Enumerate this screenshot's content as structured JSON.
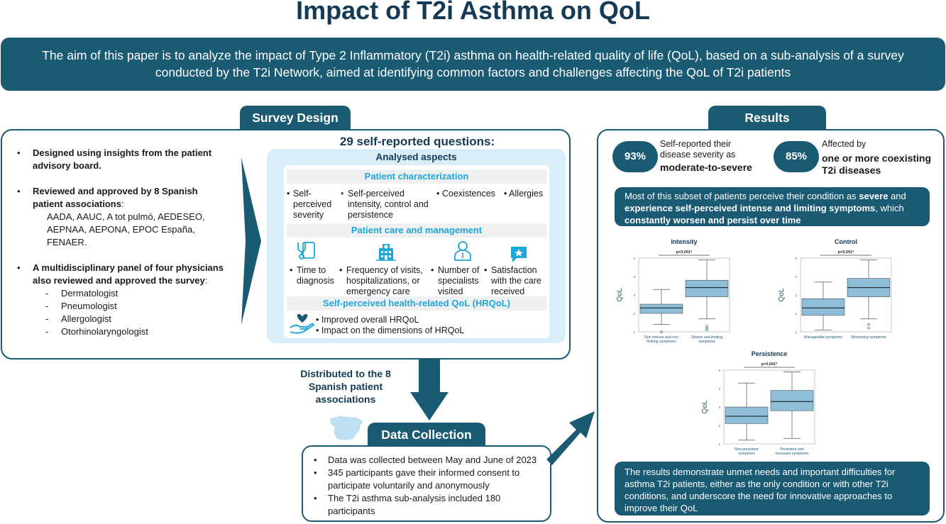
{
  "title": "Impact of T2i Asthma on QoL",
  "aim": "The aim of this paper is to analyze the impact of Type 2 Inflammatory (T2i) asthma on health-related quality of life (QoL), based on a sub-analysis of a survey conducted by the T2i Network, aimed at identifying common factors and challenges affecting the QoL of T2i patients",
  "survey_design": {
    "tab": "Survey Design",
    "bullet1": "Designed using insights from the patient advisory board.",
    "bullet2_bold": "Reviewed and approved by 8 Spanish patient associations",
    "bullet2_tail": ":",
    "associations": "AADA,  AAUC, A tot pulmó,  AEDESEO, AEPNAA, AEPONA,  EPOC España, FENAER.",
    "bullet3_bold": "A multidisciplinary panel of four physicians also reviewed and approved the survey",
    "bullet3_tail": ":",
    "physicians": [
      "Dermatologist",
      "Pneumologist",
      "Allergologist",
      "Otorhinolaryngologist"
    ],
    "questions_title": "29 self-reported questions:",
    "analysed_title": "Analysed aspects",
    "patient_char": {
      "title": "Patient characterization",
      "items": [
        "Self-perceived severity",
        "Self-perceived intensity, control and persistence",
        "Coexistences",
        "Allergies"
      ]
    },
    "patient_care": {
      "title": "Patient care and management",
      "items": [
        "Time to diagnosis",
        "Frequency of visits, hospitalizations, or emergency care",
        "Number of specialists visited",
        "Satisfaction with the care received"
      ]
    },
    "hrqol": {
      "title": "Self-perceived health-related QoL (HRQoL)",
      "items": [
        "Improved overall HRQoL",
        "Impact on the dimensions of HRQoL"
      ]
    }
  },
  "distributed": "Distributed to the 8 Spanish patient associations",
  "data_collection": {
    "tab": "Data Collection",
    "items": [
      "Data was collected between May and June of 2023",
      "345 participants gave their informed consent to participate voluntarily and anonymously",
      "The T2i asthma sub-analysis included 180 participants"
    ]
  },
  "results": {
    "tab": "Results",
    "stat1": {
      "value": "93%",
      "line1": "Self-reported their",
      "line2": "disease severity as",
      "bold": "moderate-to-severe"
    },
    "stat2": {
      "value": "85%",
      "line1": "Affected by",
      "bold1": "one or more coexisting",
      "bold2": "T2i diseases"
    },
    "subset_parts": [
      "Most of this subset of patients perceive their condition as ",
      "severe",
      " and ",
      "experience self-perceived intense and limiting symptoms",
      ", which ",
      "constantly worsen and persist over time"
    ],
    "conclusion": "The results demonstrate unmet needs and important difficulties for asthma T2i patients, either as the only condition or with other T2i conditions, and underscore the need for innovative approaches to improve their QoL"
  },
  "chart_data": [
    {
      "type": "box",
      "title": "Intensity",
      "pvalue": "p<0,001*",
      "ylabel": "QoL",
      "ylim": [
        1,
        5
      ],
      "yticks": [
        "5",
        "4",
        "3",
        "2",
        "1"
      ],
      "categories": [
        "Non intense and non limiting symptoms",
        "Severe and limiting symptoms"
      ],
      "boxes": [
        {
          "whisker_low": 1.4,
          "q1": 2.0,
          "median": 2.3,
          "q3": 2.5,
          "whisker_high": 3.3,
          "outliers": [
            1.0
          ]
        },
        {
          "whisker_low": 1.7,
          "q1": 2.9,
          "median": 3.4,
          "q3": 3.8,
          "whisker_high": 4.9,
          "outliers": [
            1.1,
            1.2,
            1.3
          ]
        }
      ]
    },
    {
      "type": "box",
      "title": "Control",
      "pvalue": "p<0,001*",
      "ylabel": "QoL",
      "ylim": [
        1,
        5
      ],
      "yticks": [
        "5",
        "4",
        "3",
        "2",
        "1"
      ],
      "categories": [
        "Manageable symptoms",
        "Worsening symptoms"
      ],
      "boxes": [
        {
          "whisker_low": 1.1,
          "q1": 1.9,
          "median": 2.3,
          "q3": 2.8,
          "whisker_high": 3.7,
          "outliers": []
        },
        {
          "whisker_low": 1.7,
          "q1": 2.9,
          "median": 3.4,
          "q3": 3.9,
          "whisker_high": 4.9,
          "outliers": [
            1.2,
            1.4
          ]
        }
      ]
    },
    {
      "type": "box",
      "title": "Persistence",
      "pvalue": "p=0,001*",
      "ylabel": "QoL",
      "ylim": [
        1,
        5
      ],
      "yticks": [
        "5",
        "4",
        "3",
        "2",
        "1"
      ],
      "categories": [
        "Non persistent symptoms",
        "Persistent and incessant symptoms"
      ],
      "boxes": [
        {
          "whisker_low": 1.2,
          "q1": 2.1,
          "median": 2.5,
          "q3": 3.0,
          "whisker_high": 4.3,
          "outliers": []
        },
        {
          "whisker_low": 1.3,
          "q1": 2.8,
          "median": 3.3,
          "q3": 3.9,
          "whisker_high": 4.9,
          "outliers": []
        }
      ]
    }
  ]
}
